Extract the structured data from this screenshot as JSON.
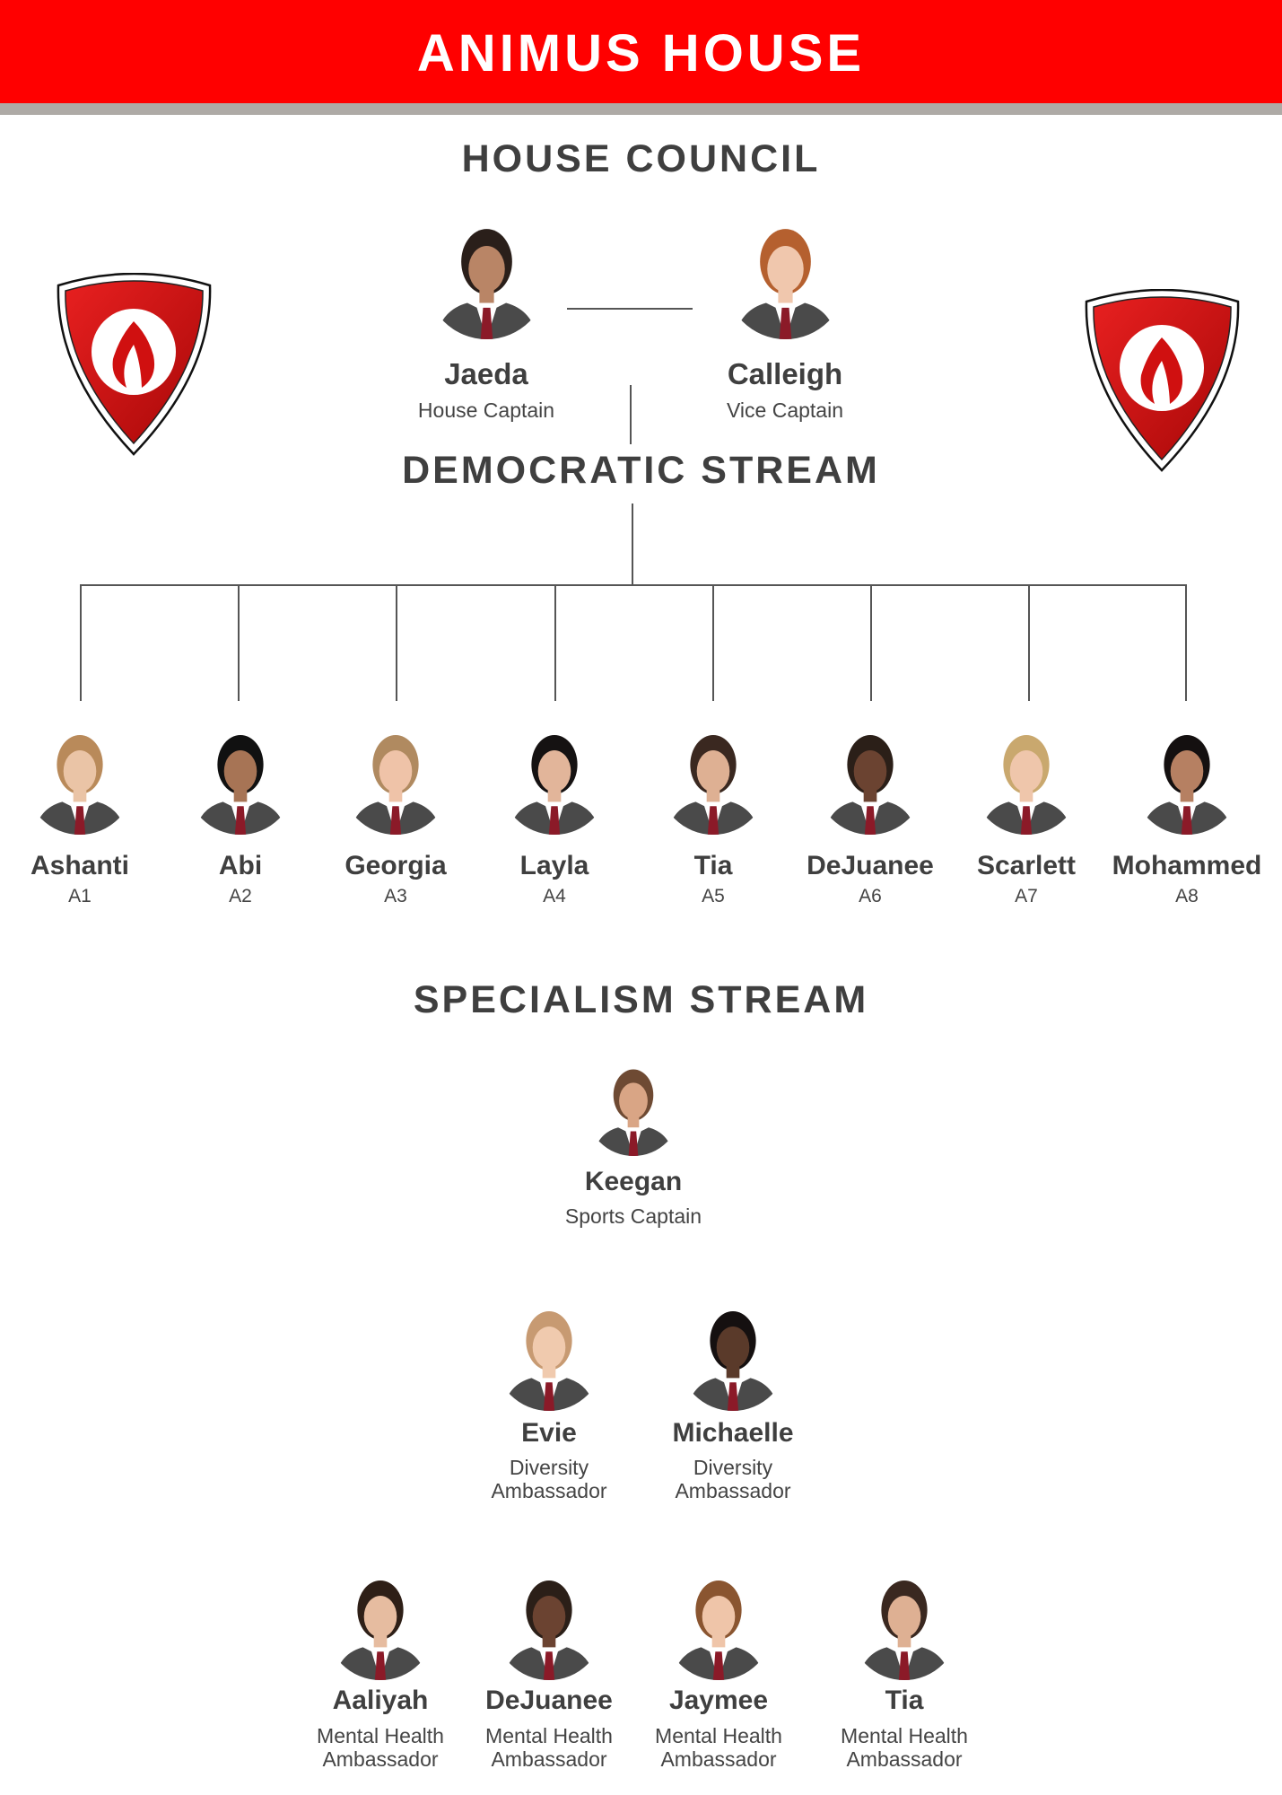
{
  "header": {
    "title": "ANIMUS HOUSE",
    "brand_color": "#ff0000",
    "strip_color": "#aeaaa6"
  },
  "sections": {
    "house_council": "HOUSE COUNCIL",
    "democratic_stream": "DEMOCRATIC STREAM",
    "specialism_stream": "SPECIALISM STREAM"
  },
  "council": [
    {
      "name": "Jaeda",
      "role": "House Captain",
      "hair": "#2a1f1a",
      "skin": "#b98566"
    },
    {
      "name": "Calleigh",
      "role": "Vice Captain",
      "hair": "#b5602f",
      "skin": "#f0c7ad"
    }
  ],
  "democratic": [
    {
      "name": "Ashanti",
      "role": "A1",
      "hair": "#b98a5a",
      "skin": "#eac4a6"
    },
    {
      "name": "Abi",
      "role": "A2",
      "hair": "#111111",
      "skin": "#a77455"
    },
    {
      "name": "Georgia",
      "role": "A3",
      "hair": "#b08a60",
      "skin": "#efc3a8"
    },
    {
      "name": "Layla",
      "role": "A4",
      "hair": "#151212",
      "skin": "#e2b59a"
    },
    {
      "name": "Tia",
      "role": "A5",
      "hair": "#3a2820",
      "skin": "#deb093"
    },
    {
      "name": "DeJuanee",
      "role": "A6",
      "hair": "#2b1f18",
      "skin": "#6b4331"
    },
    {
      "name": "Scarlett",
      "role": "A7",
      "hair": "#c9a86e",
      "skin": "#efc6ab"
    },
    {
      "name": "Mohammed",
      "role": "A8",
      "hair": "#141010",
      "skin": "#b68062"
    }
  ],
  "specialism_lead": [
    {
      "name": "Keegan",
      "role": "Sports Captain",
      "hair": "#6e4a33",
      "skin": "#d9a585"
    }
  ],
  "diversity": [
    {
      "name": "Evie",
      "role": "Diversity\nAmbassador",
      "hair": "#c79a72",
      "skin": "#f0caae"
    },
    {
      "name": "Michaelle",
      "role": "Diversity\nAmbassador",
      "hair": "#151010",
      "skin": "#5a3a2a"
    }
  ],
  "mental_health": [
    {
      "name": "Aaliyah",
      "role": "Mental Health\nAmbassador",
      "hair": "#2e1f17",
      "skin": "#e6bca0"
    },
    {
      "name": "DeJuanee",
      "role": "Mental Health\nAmbassador",
      "hair": "#2b1f18",
      "skin": "#6b4331"
    },
    {
      "name": "Jaymee",
      "role": "Mental Health\nAmbassador",
      "hair": "#8a5530",
      "skin": "#efc5a9"
    },
    {
      "name": "Tia",
      "role": "Mental Health\nAmbassador",
      "hair": "#3a2820",
      "skin": "#deb093"
    }
  ]
}
